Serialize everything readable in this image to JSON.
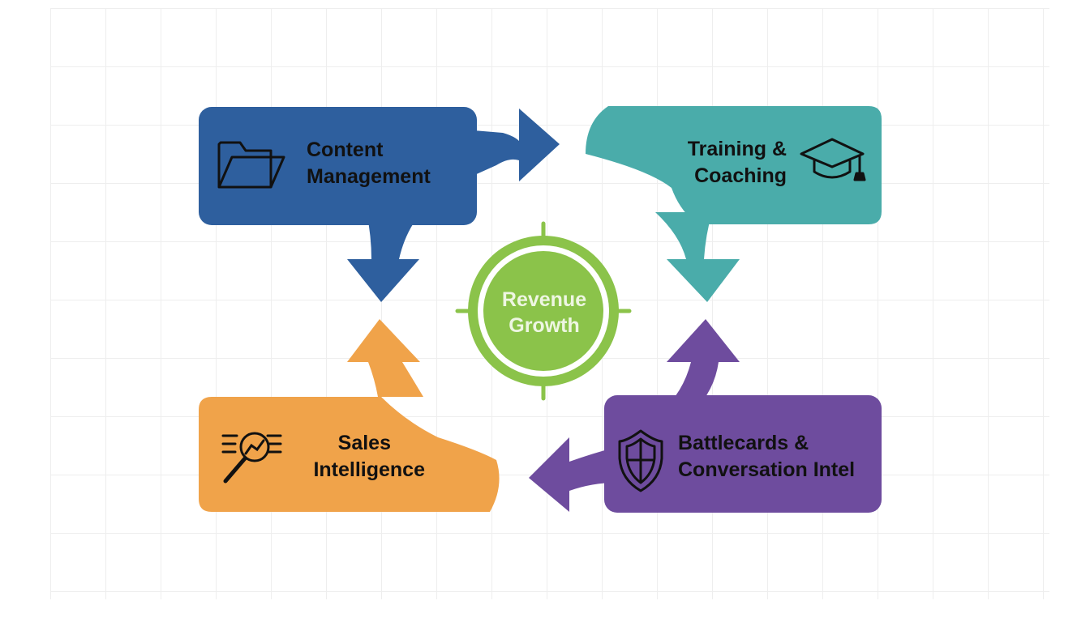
{
  "center": {
    "line1": "Revenue",
    "line2": "Growth",
    "color": "#8bc34a"
  },
  "nodes": [
    {
      "id": "content",
      "line1": "Content",
      "line2": "Management",
      "color": "#2e5f9e",
      "icon": "folder-icon"
    },
    {
      "id": "training",
      "line1": "Training &",
      "line2": "Coaching",
      "color": "#4aacaa",
      "icon": "graduation-cap-icon"
    },
    {
      "id": "sales",
      "line1": "Sales",
      "line2": "Intelligence",
      "color": "#f0a34a",
      "icon": "magnifier-chart-icon"
    },
    {
      "id": "battlecards",
      "line1": "Battlecards &",
      "line2": "Conversation Intel",
      "color": "#6e4c9e",
      "icon": "shield-icon"
    }
  ]
}
